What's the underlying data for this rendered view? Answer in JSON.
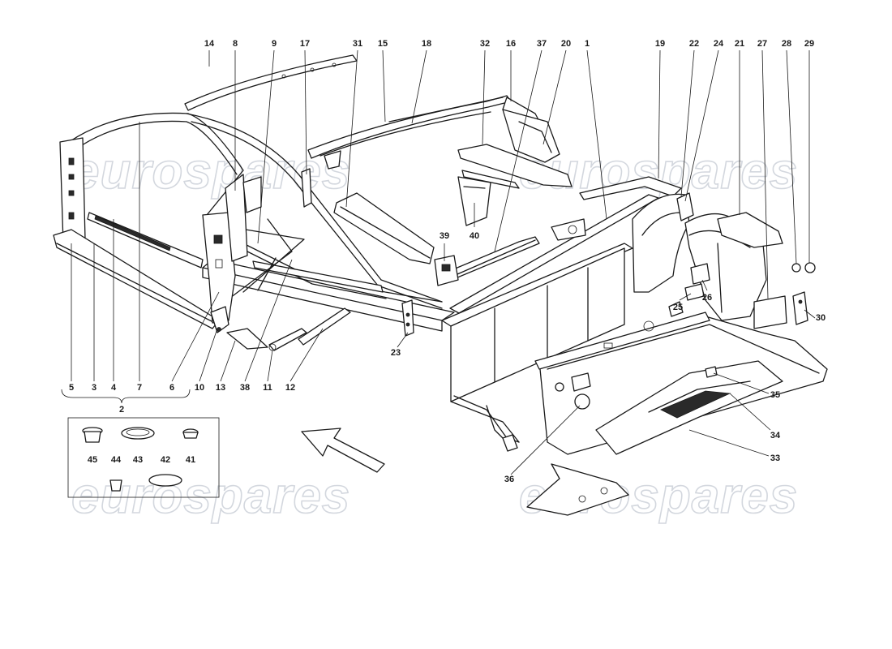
{
  "watermark": {
    "text": "eurospares",
    "color": "#c9ced6"
  },
  "callouts": [
    {
      "id": "c14",
      "label": "14"
    },
    {
      "id": "c8",
      "label": "8"
    },
    {
      "id": "c9",
      "label": "9"
    },
    {
      "id": "c17",
      "label": "17"
    },
    {
      "id": "c31",
      "label": "31"
    },
    {
      "id": "c15",
      "label": "15"
    },
    {
      "id": "c18",
      "label": "18"
    },
    {
      "id": "c32",
      "label": "32"
    },
    {
      "id": "c16",
      "label": "16"
    },
    {
      "id": "c37",
      "label": "37"
    },
    {
      "id": "c20",
      "label": "20"
    },
    {
      "id": "c1",
      "label": "1"
    },
    {
      "id": "c19",
      "label": "19"
    },
    {
      "id": "c22",
      "label": "22"
    },
    {
      "id": "c24",
      "label": "24"
    },
    {
      "id": "c21",
      "label": "21"
    },
    {
      "id": "c27",
      "label": "27"
    },
    {
      "id": "c28",
      "label": "28"
    },
    {
      "id": "c29",
      "label": "29"
    },
    {
      "id": "c30",
      "label": "30"
    },
    {
      "id": "c26",
      "label": "26"
    },
    {
      "id": "c25",
      "label": "25"
    },
    {
      "id": "c35",
      "label": "35"
    },
    {
      "id": "c34",
      "label": "34"
    },
    {
      "id": "c33",
      "label": "33"
    },
    {
      "id": "c36",
      "label": "36"
    },
    {
      "id": "c23",
      "label": "23"
    },
    {
      "id": "c39",
      "label": "39"
    },
    {
      "id": "c40",
      "label": "40"
    },
    {
      "id": "c5",
      "label": "5"
    },
    {
      "id": "c3",
      "label": "3"
    },
    {
      "id": "c4",
      "label": "4"
    },
    {
      "id": "c7",
      "label": "7"
    },
    {
      "id": "c6",
      "label": "6"
    },
    {
      "id": "c2",
      "label": "2"
    },
    {
      "id": "c10",
      "label": "10"
    },
    {
      "id": "c13",
      "label": "13"
    },
    {
      "id": "c38",
      "label": "38"
    },
    {
      "id": "c11",
      "label": "11"
    },
    {
      "id": "c12",
      "label": "12"
    },
    {
      "id": "c45",
      "label": "45"
    },
    {
      "id": "c43",
      "label": "43"
    },
    {
      "id": "c41",
      "label": "41"
    },
    {
      "id": "c44",
      "label": "44"
    },
    {
      "id": "c42",
      "label": "42"
    }
  ]
}
